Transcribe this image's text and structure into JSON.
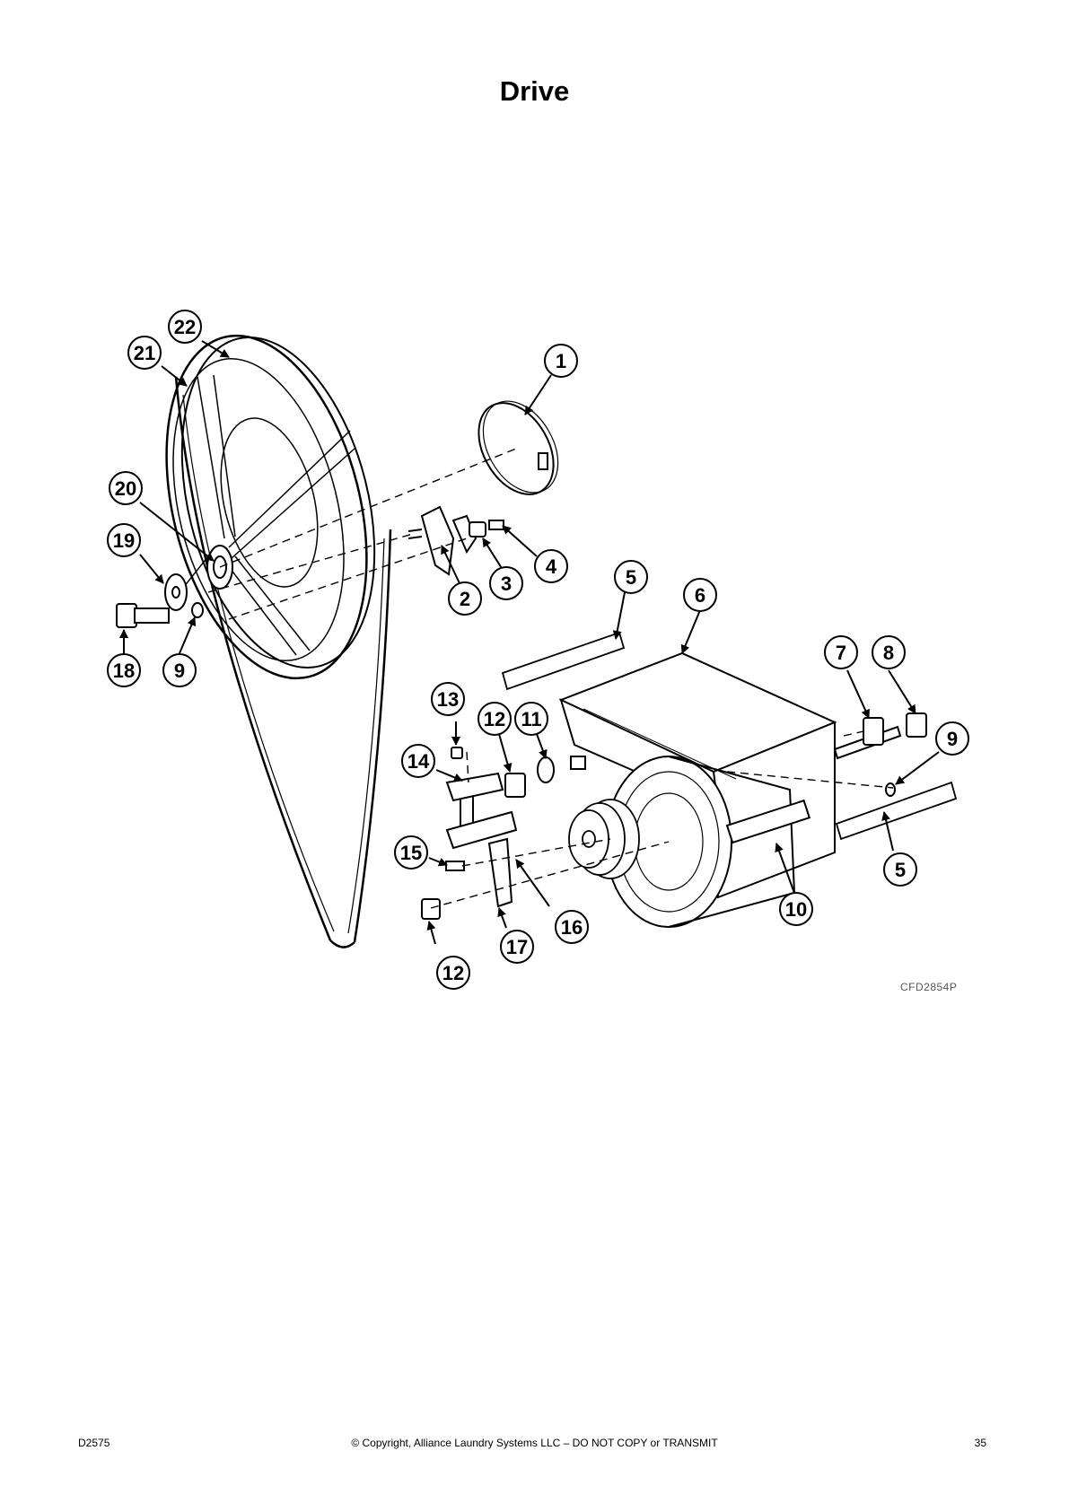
{
  "page": {
    "title": "Drive"
  },
  "diagram": {
    "drawing_code": "CFD2854P",
    "callouts": [
      {
        "id": "c1",
        "label": "1"
      },
      {
        "id": "c2",
        "label": "2"
      },
      {
        "id": "c3",
        "label": "3"
      },
      {
        "id": "c4",
        "label": "4"
      },
      {
        "id": "c5a",
        "label": "5"
      },
      {
        "id": "c5b",
        "label": "5"
      },
      {
        "id": "c6",
        "label": "6"
      },
      {
        "id": "c7",
        "label": "7"
      },
      {
        "id": "c8",
        "label": "8"
      },
      {
        "id": "c9a",
        "label": "9"
      },
      {
        "id": "c9b",
        "label": "9"
      },
      {
        "id": "c10",
        "label": "10"
      },
      {
        "id": "c11",
        "label": "11"
      },
      {
        "id": "c12a",
        "label": "12"
      },
      {
        "id": "c12b",
        "label": "12"
      },
      {
        "id": "c13",
        "label": "13"
      },
      {
        "id": "c14",
        "label": "14"
      },
      {
        "id": "c15",
        "label": "15"
      },
      {
        "id": "c16",
        "label": "16"
      },
      {
        "id": "c17",
        "label": "17"
      },
      {
        "id": "c18",
        "label": "18"
      },
      {
        "id": "c19",
        "label": "19"
      },
      {
        "id": "c20",
        "label": "20"
      },
      {
        "id": "c21",
        "label": "21"
      },
      {
        "id": "c22",
        "label": "22"
      }
    ]
  },
  "footer": {
    "doc_number": "D2575",
    "copyright": "© Copyright, Alliance Laundry Systems LLC – DO NOT COPY or TRANSMIT",
    "page_number": "35"
  }
}
